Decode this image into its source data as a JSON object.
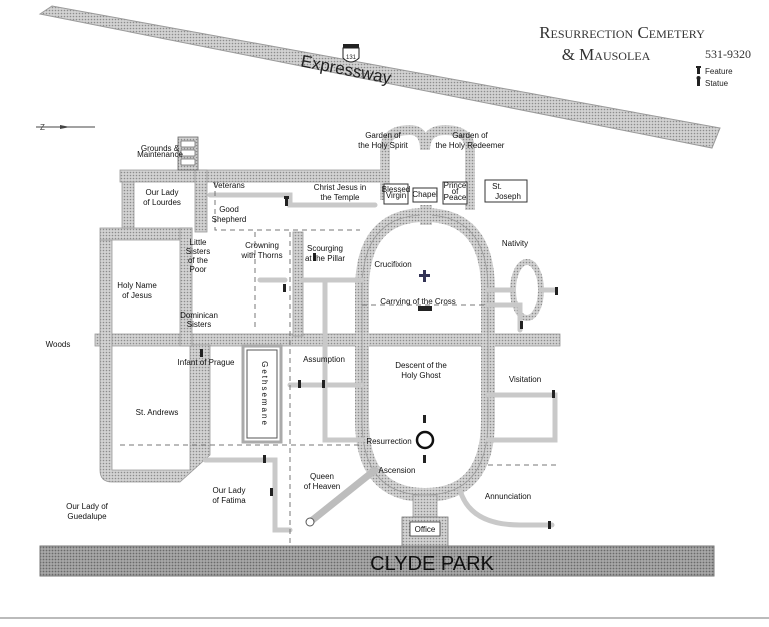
{
  "title": {
    "line1": "Resurrection Cemetery",
    "line2": "& Mausolea",
    "phone": "531-9320"
  },
  "legend": {
    "feature": "Feature",
    "statue": "Statue"
  },
  "roads": {
    "expressway": "Expressway",
    "expressway_shield": "131",
    "clyde_park": "CLYDE PARK",
    "woods": "Woods"
  },
  "sections": {
    "grounds": [
      "Grounds &",
      "Maintenance"
    ],
    "our_lady_lourdes": [
      "Our Lady",
      "of Lourdes"
    ],
    "veterans": "Veterans",
    "good_shepherd": [
      "Good",
      "Shepherd"
    ],
    "christ_jesus_temple": [
      "Christ Jesus in",
      "the Temple"
    ],
    "garden_holy_spirit": [
      "Garden of",
      "the Holy Spirit"
    ],
    "garden_holy_redeemer": [
      "Garden of",
      "the Holy Redeemer"
    ],
    "blessed_virgin": [
      "Blessed",
      "Virgin"
    ],
    "chapel": "Chapel",
    "prince_peace": [
      "Prince",
      "of",
      "Peace"
    ],
    "st_joseph": [
      "St.",
      "Joseph"
    ],
    "little_sisters": [
      "Little",
      "Sisters",
      "of the",
      "Poor"
    ],
    "crowning_thorns": [
      "Crowning",
      "with Thorns"
    ],
    "scourging_pillar": [
      "Scourging",
      "at the Pillar"
    ],
    "crucifixion": "Crucifixion",
    "nativity": "Nativity",
    "holy_name": [
      "Holy Name",
      "of Jesus"
    ],
    "dominican_sisters": [
      "Dominican",
      "Sisters"
    ],
    "carrying_cross": "Carrying of the Cross",
    "infant_prague": "Infant of Prague",
    "gethsemane": "Gethsemane",
    "assumption": "Assumption",
    "descent_holy_ghost": [
      "Descent of the",
      "Holy Ghost"
    ],
    "visitation": "Visitation",
    "st_andrews": "St. Andrews",
    "resurrection": "Resurrection",
    "ascension": "Ascension",
    "queen_heaven": [
      "Queen",
      "of Heaven"
    ],
    "our_lady_fatima": [
      "Our Lady",
      "of Fatima"
    ],
    "our_lady_guadalupe": [
      "Our Lady of",
      "Guedalupe"
    ],
    "annunciation": "Annunciation",
    "office": "Office"
  }
}
